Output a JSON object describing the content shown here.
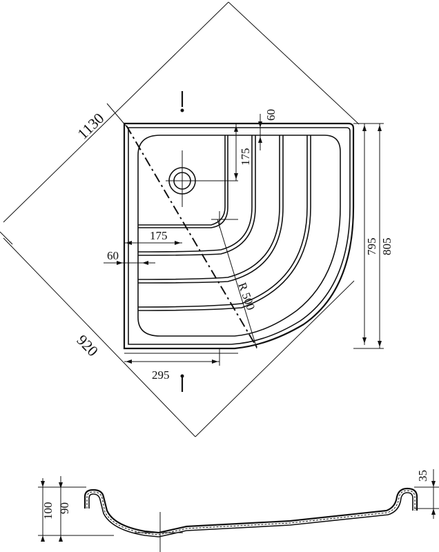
{
  "dimensions": {
    "diag_1130": "1130",
    "diag_920": "920",
    "d60_top": "60",
    "d175_top": "175",
    "d175_left": "175",
    "d60_left": "60",
    "d295": "295",
    "d795": "795",
    "d805": "805",
    "radius": "R 500",
    "d35": "35",
    "d100": "100",
    "d90": "90"
  }
}
